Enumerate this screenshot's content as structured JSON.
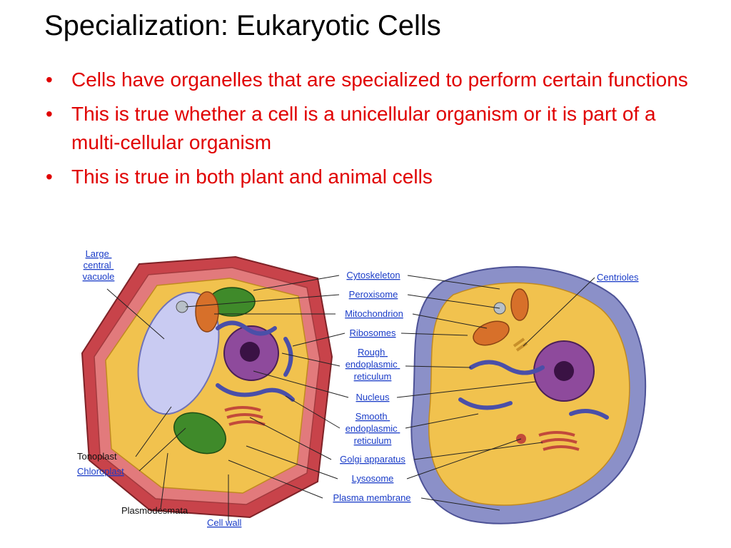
{
  "slide": {
    "title": "Specialization: Eukaryotic Cells",
    "bullets": [
      "Cells have organelles that are specialized to perform certain functions",
      "This is true whether a cell is a unicellular organism or it is part of a multi-cellular organism",
      "This is true in both plant and animal cells"
    ],
    "bullet_color": "#e00000"
  },
  "diagram": {
    "left_labels": {
      "vacuole": [
        "Large",
        "central",
        "vacuole"
      ],
      "tonoplast": "Tonoplast",
      "chloroplast": "Chloroplast",
      "plasmodesmata": "Plasmodesmata",
      "cell_wall": "Cell wall"
    },
    "center_labels": {
      "cytoskeleton": "Cytoskeleton",
      "peroxisome": "Peroxisome",
      "mitochondrion": "Mitochondrion",
      "ribosomes": "Ribosomes",
      "rough_er": [
        "Rough",
        "endoplasmic",
        "reticulum"
      ],
      "nucleus": "Nucleus",
      "smooth_er": [
        "Smooth",
        "endoplasmic",
        "reticulum"
      ],
      "golgi": "Golgi apparatus",
      "lysosome": "Lysosome",
      "plasma_membrane": "Plasma membrane"
    },
    "right_labels": {
      "centrioles": "Centrioles"
    },
    "colors": {
      "cell_wall": "#c8434a",
      "cytoplasm": "#f1c24e",
      "vacuole": "#c9cbf2",
      "chloroplast": "#3f8a2a",
      "nucleus": "#8e4a9c",
      "er": "#4a4fa8",
      "mitochondrion": "#d7702a",
      "animal_membrane": "#8b90c8",
      "label": "#1a3cc8"
    }
  }
}
